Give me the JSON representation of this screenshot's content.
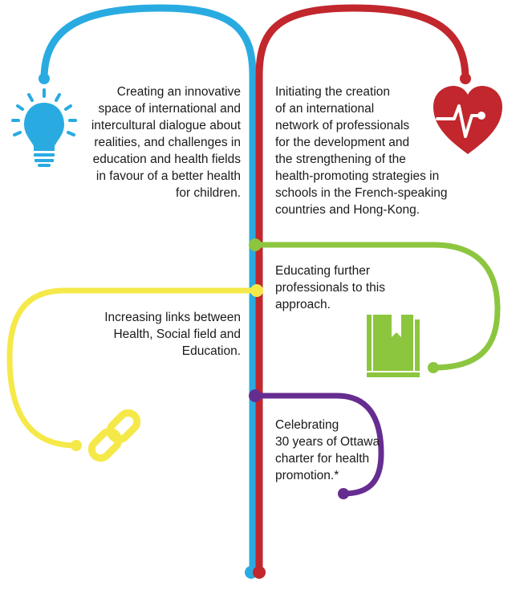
{
  "colors": {
    "blue": "#29abe2",
    "red": "#c1272d",
    "green": "#8cc63f",
    "yellow": "#f5e94a",
    "purple": "#662d91"
  },
  "items": [
    {
      "id": "innovative",
      "text": "Creating an innovative\nspace of international and\nintercultural dialogue about\nrealities, and challenges in\neducation and health fields\nin favour of a better health\nfor children.",
      "icon": "lightbulb-icon",
      "color": "blue"
    },
    {
      "id": "network",
      "text": "Initiating the creation\nof an international\nnetwork of professionals\nfor the development and\nthe strengthening of the\nhealth-promoting strategies in\nschools in the French-speaking\ncountries and Hong-Kong.",
      "icon": "heart-pulse-icon",
      "color": "red"
    },
    {
      "id": "educating",
      "text": "Educating further\nprofessionals to this\napproach.",
      "icon": "book-icon",
      "color": "green"
    },
    {
      "id": "links",
      "text": "Increasing links between\nHealth, Social field and\nEducation.",
      "icon": "chain-link-icon",
      "color": "yellow"
    },
    {
      "id": "ottawa",
      "text": "Celebrating\n30 years of Ottawa\ncharter for health\npromotion.*",
      "icon": "",
      "color": "purple"
    }
  ]
}
